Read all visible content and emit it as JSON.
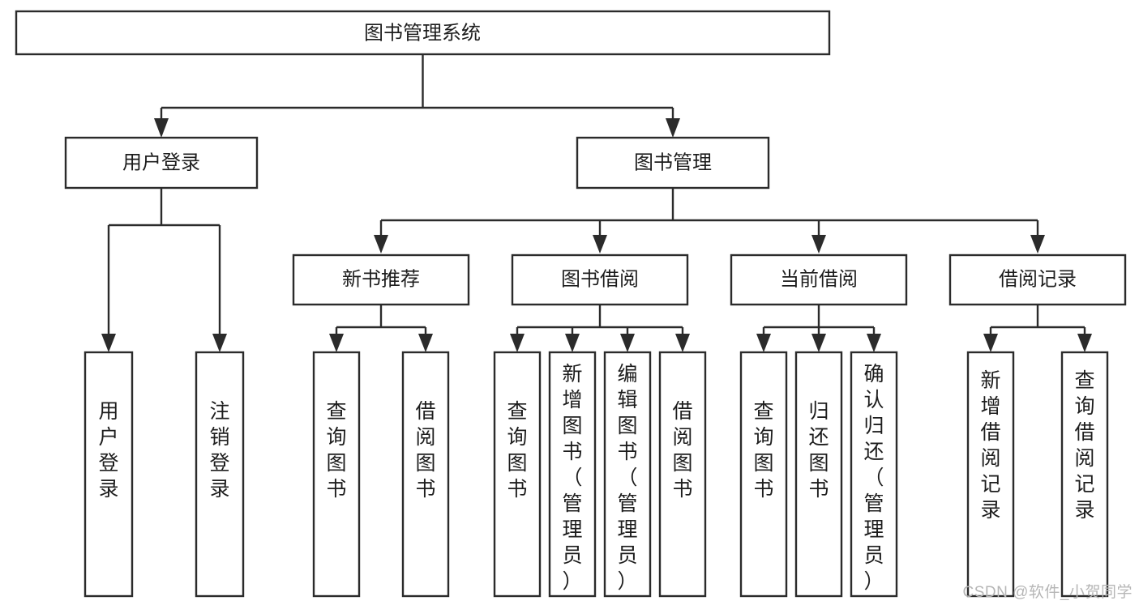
{
  "diagram": {
    "type": "tree",
    "title": "图书管理系统",
    "orientation": "top-down",
    "colors": {
      "background": "#ffffff",
      "box_stroke": "#2b2b2b",
      "box_fill": "#ffffff",
      "text": "#1d1d1d",
      "watermark": "#b6b6b6"
    },
    "levels": {
      "level0": [
        "图书管理系统"
      ],
      "level1": [
        "用户登录",
        "图书管理"
      ],
      "level2": [
        "新书推荐",
        "图书借阅",
        "当前借阅",
        "借阅记录"
      ],
      "level3": [
        "用户登录",
        "注销登录",
        "查询图书",
        "借阅图书",
        "查询图书",
        "新增图书（管理员）",
        "编辑图书（管理员）",
        "借阅图书",
        "查询图书",
        "归还图书",
        "确认归还（管理员）",
        "新增借阅记录",
        "查询借阅记录"
      ]
    },
    "nodes": {
      "root": {
        "label": "图书管理系统"
      },
      "user_login": {
        "label": "用户登录"
      },
      "book_manage": {
        "label": "图书管理"
      },
      "new_book_rec": {
        "label": "新书推荐"
      },
      "book_borrow": {
        "label": "图书借阅"
      },
      "current_borrow": {
        "label": "当前借阅"
      },
      "borrow_record": {
        "label": "借阅记录"
      },
      "leaf_user_login": {
        "label": "用户登录"
      },
      "leaf_logout": {
        "label": "注销登录"
      },
      "leaf_query_book_1": {
        "label": "查询图书"
      },
      "leaf_borrow_book_1": {
        "label": "借阅图书"
      },
      "leaf_query_book_2": {
        "label": "查询图书"
      },
      "leaf_add_book": {
        "label": "新增图书（管理员）"
      },
      "leaf_edit_book": {
        "label": "编辑图书（管理员）"
      },
      "leaf_borrow_book_2": {
        "label": "借阅图书"
      },
      "leaf_query_book_3": {
        "label": "查询图书"
      },
      "leaf_return_book": {
        "label": "归还图书"
      },
      "leaf_confirm_return": {
        "label": "确认归还（管理员）"
      },
      "leaf_add_record": {
        "label": "新增借阅记录"
      },
      "leaf_query_record": {
        "label": "查询借阅记录"
      }
    },
    "edges": [
      {
        "from": "root",
        "to": "user_login"
      },
      {
        "from": "root",
        "to": "book_manage"
      },
      {
        "from": "user_login",
        "to": "leaf_user_login"
      },
      {
        "from": "user_login",
        "to": "leaf_logout"
      },
      {
        "from": "book_manage",
        "to": "new_book_rec"
      },
      {
        "from": "book_manage",
        "to": "book_borrow"
      },
      {
        "from": "book_manage",
        "to": "current_borrow"
      },
      {
        "from": "book_manage",
        "to": "borrow_record"
      },
      {
        "from": "new_book_rec",
        "to": "leaf_query_book_1"
      },
      {
        "from": "new_book_rec",
        "to": "leaf_borrow_book_1"
      },
      {
        "from": "book_borrow",
        "to": "leaf_query_book_2"
      },
      {
        "from": "book_borrow",
        "to": "leaf_add_book"
      },
      {
        "from": "book_borrow",
        "to": "leaf_edit_book"
      },
      {
        "from": "book_borrow",
        "to": "leaf_borrow_book_2"
      },
      {
        "from": "current_borrow",
        "to": "leaf_query_book_3"
      },
      {
        "from": "current_borrow",
        "to": "leaf_return_book"
      },
      {
        "from": "current_borrow",
        "to": "leaf_confirm_return"
      },
      {
        "from": "borrow_record",
        "to": "leaf_add_record"
      },
      {
        "from": "borrow_record",
        "to": "leaf_query_record"
      }
    ]
  },
  "watermark": {
    "text": "CSDN @软件_小贺同学"
  }
}
